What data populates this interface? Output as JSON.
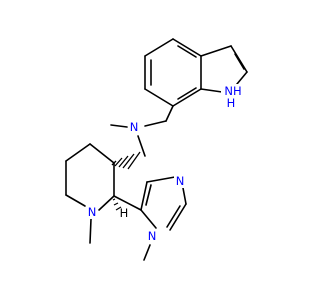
{
  "colors": {
    "background": "#ffffff",
    "bond": "#000000",
    "nitrogen": "#0000ff",
    "stereo_hydrogen": "#000000"
  },
  "atoms": {
    "indole_nh": "NH",
    "indole_h": "H",
    "amine_n": "N",
    "piperidine_n": "N",
    "stereo_h": "H",
    "imidazole_n_methyl": "N",
    "imidazole_n": "N"
  }
}
